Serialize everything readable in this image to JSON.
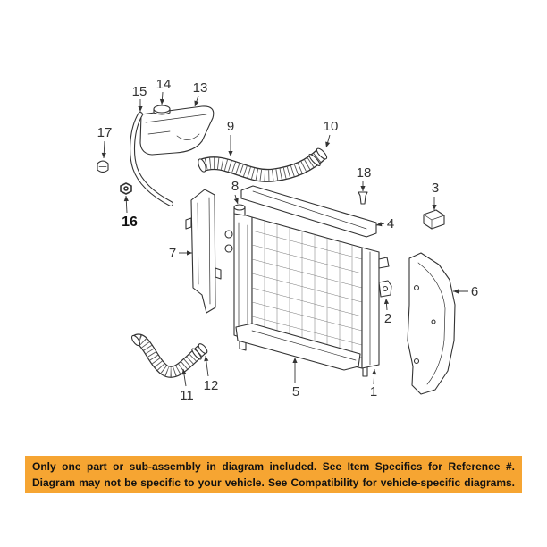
{
  "callouts": {
    "n1": "1",
    "n2": "2",
    "n3": "3",
    "n4": "4",
    "n5": "5",
    "n6": "6",
    "n7": "7",
    "n8": "8",
    "n9": "9",
    "n10": "10",
    "n11": "11",
    "n12": "12",
    "n13": "13",
    "n14": "14",
    "n15": "15",
    "n16": "16",
    "n17": "17",
    "n18": "18"
  },
  "notice": {
    "line1": "Only one part or sub-assembly in diagram included. See Item Specifics for Reference #.",
    "line2": "Diagram may not be specific to your vehicle. See Compatibility for vehicle-specific diagrams."
  },
  "colors": {
    "ink": "#333333",
    "notice_background": "#F6A532",
    "notice_text": "#111111",
    "page_background": "#FFFFFF"
  }
}
